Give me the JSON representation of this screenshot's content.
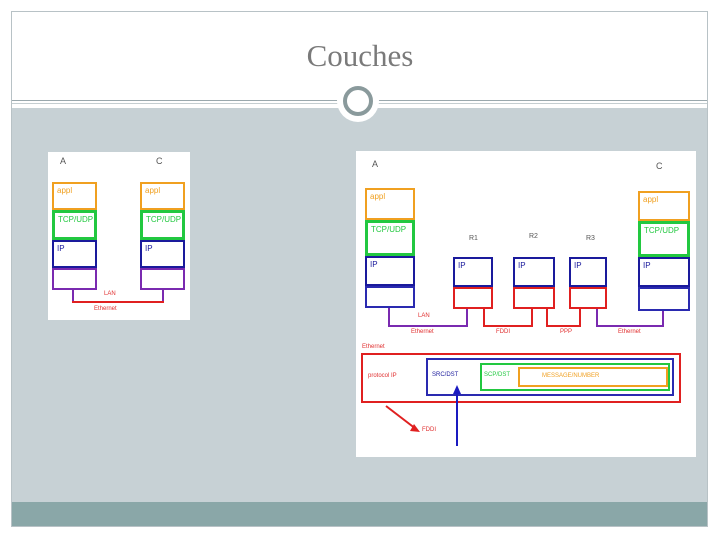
{
  "slide": {
    "title": "Couches"
  },
  "diagram_left": {
    "host_a": {
      "label": "A",
      "appl": "appl",
      "transport": "TCP/UDP",
      "network": "IP"
    },
    "host_c": {
      "label": "C",
      "appl": "appl",
      "transport": "TCP/UDP",
      "network": "IP"
    },
    "link_labels": [
      "LAN",
      "Ethernet"
    ]
  },
  "diagram_right": {
    "host_a": {
      "label": "A",
      "appl": "appl",
      "transport": "TCP/UDP",
      "network": "IP"
    },
    "host_c": {
      "label": "C",
      "appl": "appl",
      "transport": "TCP/UDP",
      "network": "IP"
    },
    "routers": [
      {
        "label": "R1",
        "network": "IP"
      },
      {
        "label": "R2",
        "network": "IP"
      },
      {
        "label": "R3",
        "network": "IP"
      }
    ],
    "link_labels": {
      "lan": "LAN",
      "ethernet_a": "Ethernet",
      "fddi": "FDDI",
      "ppp": "PPP",
      "ethernet_c": "Ethernet"
    },
    "frame": {
      "outer_label": "Ethernet",
      "type_label": "protocol IP",
      "ip_header": "SRC/DST",
      "tcp_header": "SCP/DST",
      "payload": "MESSAGE/NUMBER",
      "arrow_label": "FDDI"
    }
  }
}
